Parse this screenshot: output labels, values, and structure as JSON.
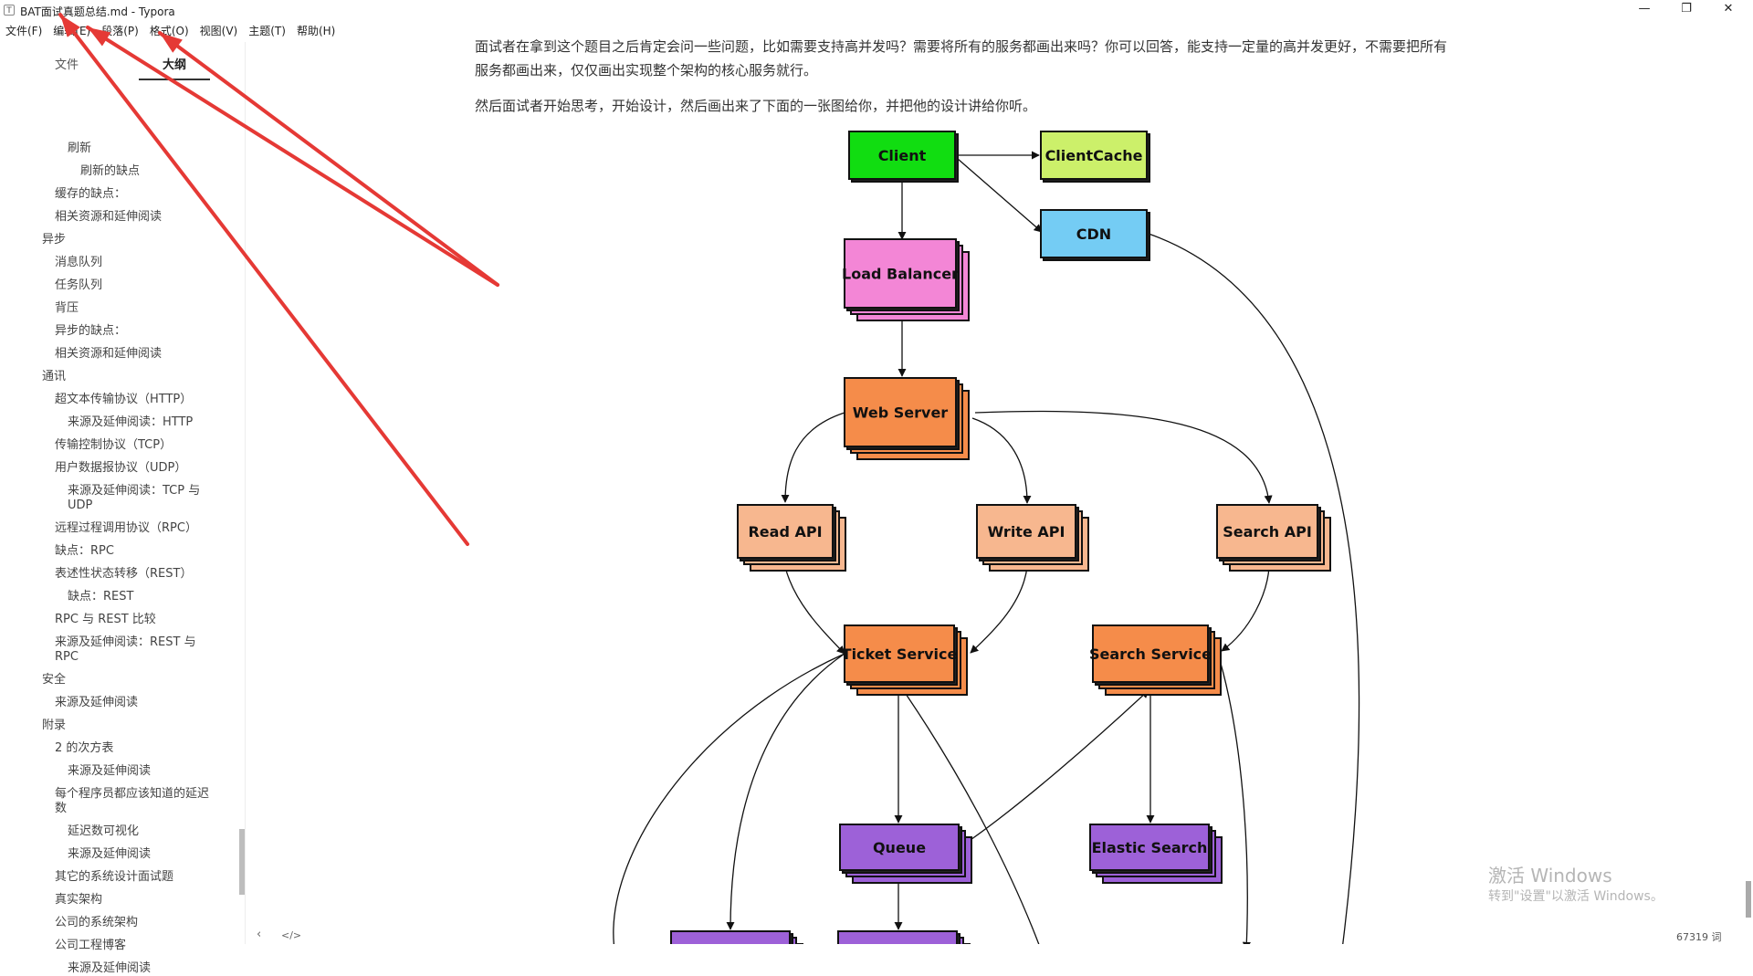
{
  "window": {
    "title": "BAT面试真题总结.md - Typora",
    "app_icon": "T",
    "controls": {
      "minimize": "—",
      "maximize": "❐",
      "close": "✕"
    }
  },
  "menu": [
    "文件(F)",
    "编辑(E)",
    "段落(P)",
    "格式(O)",
    "视图(V)",
    "主题(T)",
    "帮助(H)"
  ],
  "sidebar": {
    "tabs": {
      "files": "文件",
      "outline": "大纲"
    },
    "outline": [
      "刷新",
      "刷新的缺点",
      "缓存的缺点：",
      "相关资源和延伸阅读",
      "异步",
      "消息队列",
      "任务队列",
      "背压",
      "异步的缺点：",
      "相关资源和延伸阅读",
      "通讯",
      "超文本传输协议（HTTP）",
      "来源及延伸阅读：HTTP",
      "传输控制协议（TCP）",
      "用户数据报协议（UDP）",
      "来源及延伸阅读：TCP 与",
      "UDP",
      "远程过程调用协议（RPC）",
      "缺点：RPC",
      "表述性状态转移（REST）",
      "缺点：REST",
      "RPC 与 REST 比较",
      "来源及延伸阅读：REST 与",
      "RPC",
      "安全",
      "来源及延伸阅读",
      "附录",
      "2 的次方表",
      "来源及延伸阅读",
      "每个程序员都应该知道的延迟",
      "数",
      "延迟数可视化",
      "来源及延伸阅读",
      "其它的系统设计面试题",
      "真实架构",
      "公司的系统架构",
      "公司工程博客",
      "来源及延伸阅读"
    ]
  },
  "content": {
    "para1_line1": "面试者在拿到这个题目之后肯定会问一些问题，比如需要支持高并发吗？需要将所有的服务都画出来吗？你可以回答，能支持一定量的高并发更好，不需要把所有",
    "para1_line2": "服务都画出来，仅仅画出实现整个架构的核心服务就行。",
    "para2": "然后面试者开始思考，开始设计，然后画出来了下面的一张图给你，并把他的设计讲给你听。"
  },
  "diagram": {
    "nodes": [
      {
        "id": "client",
        "label": "Client",
        "color": "#11dd11"
      },
      {
        "id": "clientcache",
        "label": "ClientCache",
        "color": "#ccf06a"
      },
      {
        "id": "cdn",
        "label": "CDN",
        "color": "#74ccf4"
      },
      {
        "id": "lb",
        "label": "Load Balancer",
        "color": "#f386d6"
      },
      {
        "id": "web",
        "label": "Web Server",
        "color": "#f58c4a"
      },
      {
        "id": "read",
        "label": "Read API",
        "color": "#f7b78f"
      },
      {
        "id": "write",
        "label": "Write API",
        "color": "#f7b78f"
      },
      {
        "id": "search",
        "label": "Search API",
        "color": "#f7b78f"
      },
      {
        "id": "ticket",
        "label": "Ticket Service",
        "color": "#f58c4a"
      },
      {
        "id": "searchsvc",
        "label": "Search Service",
        "color": "#f58c4a"
      },
      {
        "id": "queue",
        "label": "Queue",
        "color": "#9d61d8"
      },
      {
        "id": "es",
        "label": "Elastic Search",
        "color": "#9d61d8"
      }
    ]
  },
  "statusbar": {
    "outline_toggle": "‹",
    "source_toggle": "</>",
    "word_count": "67319 词"
  },
  "watermark": {
    "line1": "激活 Windows",
    "line2": "转到\"设置\"以激活 Windows。"
  },
  "annotation_color": "#e53935"
}
